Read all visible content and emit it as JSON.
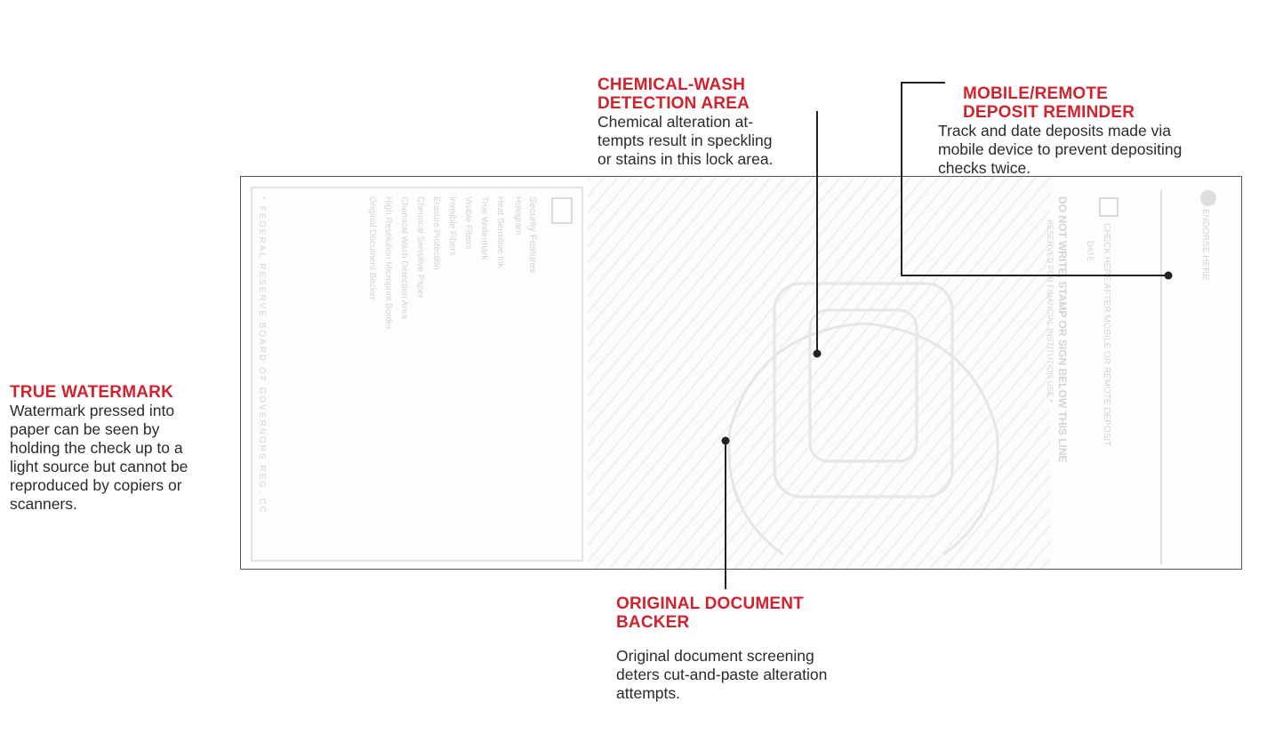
{
  "callouts": {
    "chemical_wash": {
      "title_line1": "CHEMICAL-WASH",
      "title_line2": "DETECTION AREA",
      "body_lines": [
        "Chemical alteration at-",
        "tempts result in speckling",
        "or stains in this lock area."
      ]
    },
    "mobile_deposit": {
      "title_line1": "MOBILE/REMOTE",
      "title_line2": "DEPOSIT REMINDER",
      "body_lines": [
        "Track and date deposits made via",
        "mobile device to prevent depositing",
        "checks twice."
      ]
    },
    "true_watermark": {
      "title": "TRUE WATERMARK",
      "body_lines": [
        "Watermark pressed into",
        "paper can be seen by",
        "holding the check up to a",
        "light source but cannot be",
        "reproduced by copiers or",
        "scanners."
      ]
    },
    "original_backer": {
      "title_line1": "ORIGINAL DOCUMENT",
      "title_line2": "BACKER",
      "body_lines": [
        "Original document screening",
        "deters cut-and-paste alteration",
        "attempts."
      ]
    }
  },
  "check": {
    "endorse_label": "ENDORSE HERE",
    "mobile_checkbox_label": "CHECK HERE AFTER MOBILE OR REMOTE DEPOSIT",
    "date_label": "DATE",
    "do_not_write": "DO NOT WRITE, STAMP OR SIGN BELOW THIS LINE",
    "reserved_line": "RESERVED FOR FINANCIAL INSTITUTION USE *",
    "security_heading": "Security Features",
    "hologram": "Hologram",
    "features": [
      "Heat Sensitive Ink",
      "True Watermark",
      "Visible Fibers",
      "Invisible Fibers",
      "Erasure Protection",
      "Chemical Sensitive Paper",
      "Chemical Wash Detection Area",
      "High Resolution Microprint Border",
      "Original Document Backer"
    ],
    "frb_line": "* FEDERAL RESERVE BOARD OF GOVERNORS REG. CC"
  },
  "colors": {
    "accent": "#d0232e",
    "body_text": "#2a2a2a",
    "leader": "#222222",
    "check_border": "#555555"
  }
}
